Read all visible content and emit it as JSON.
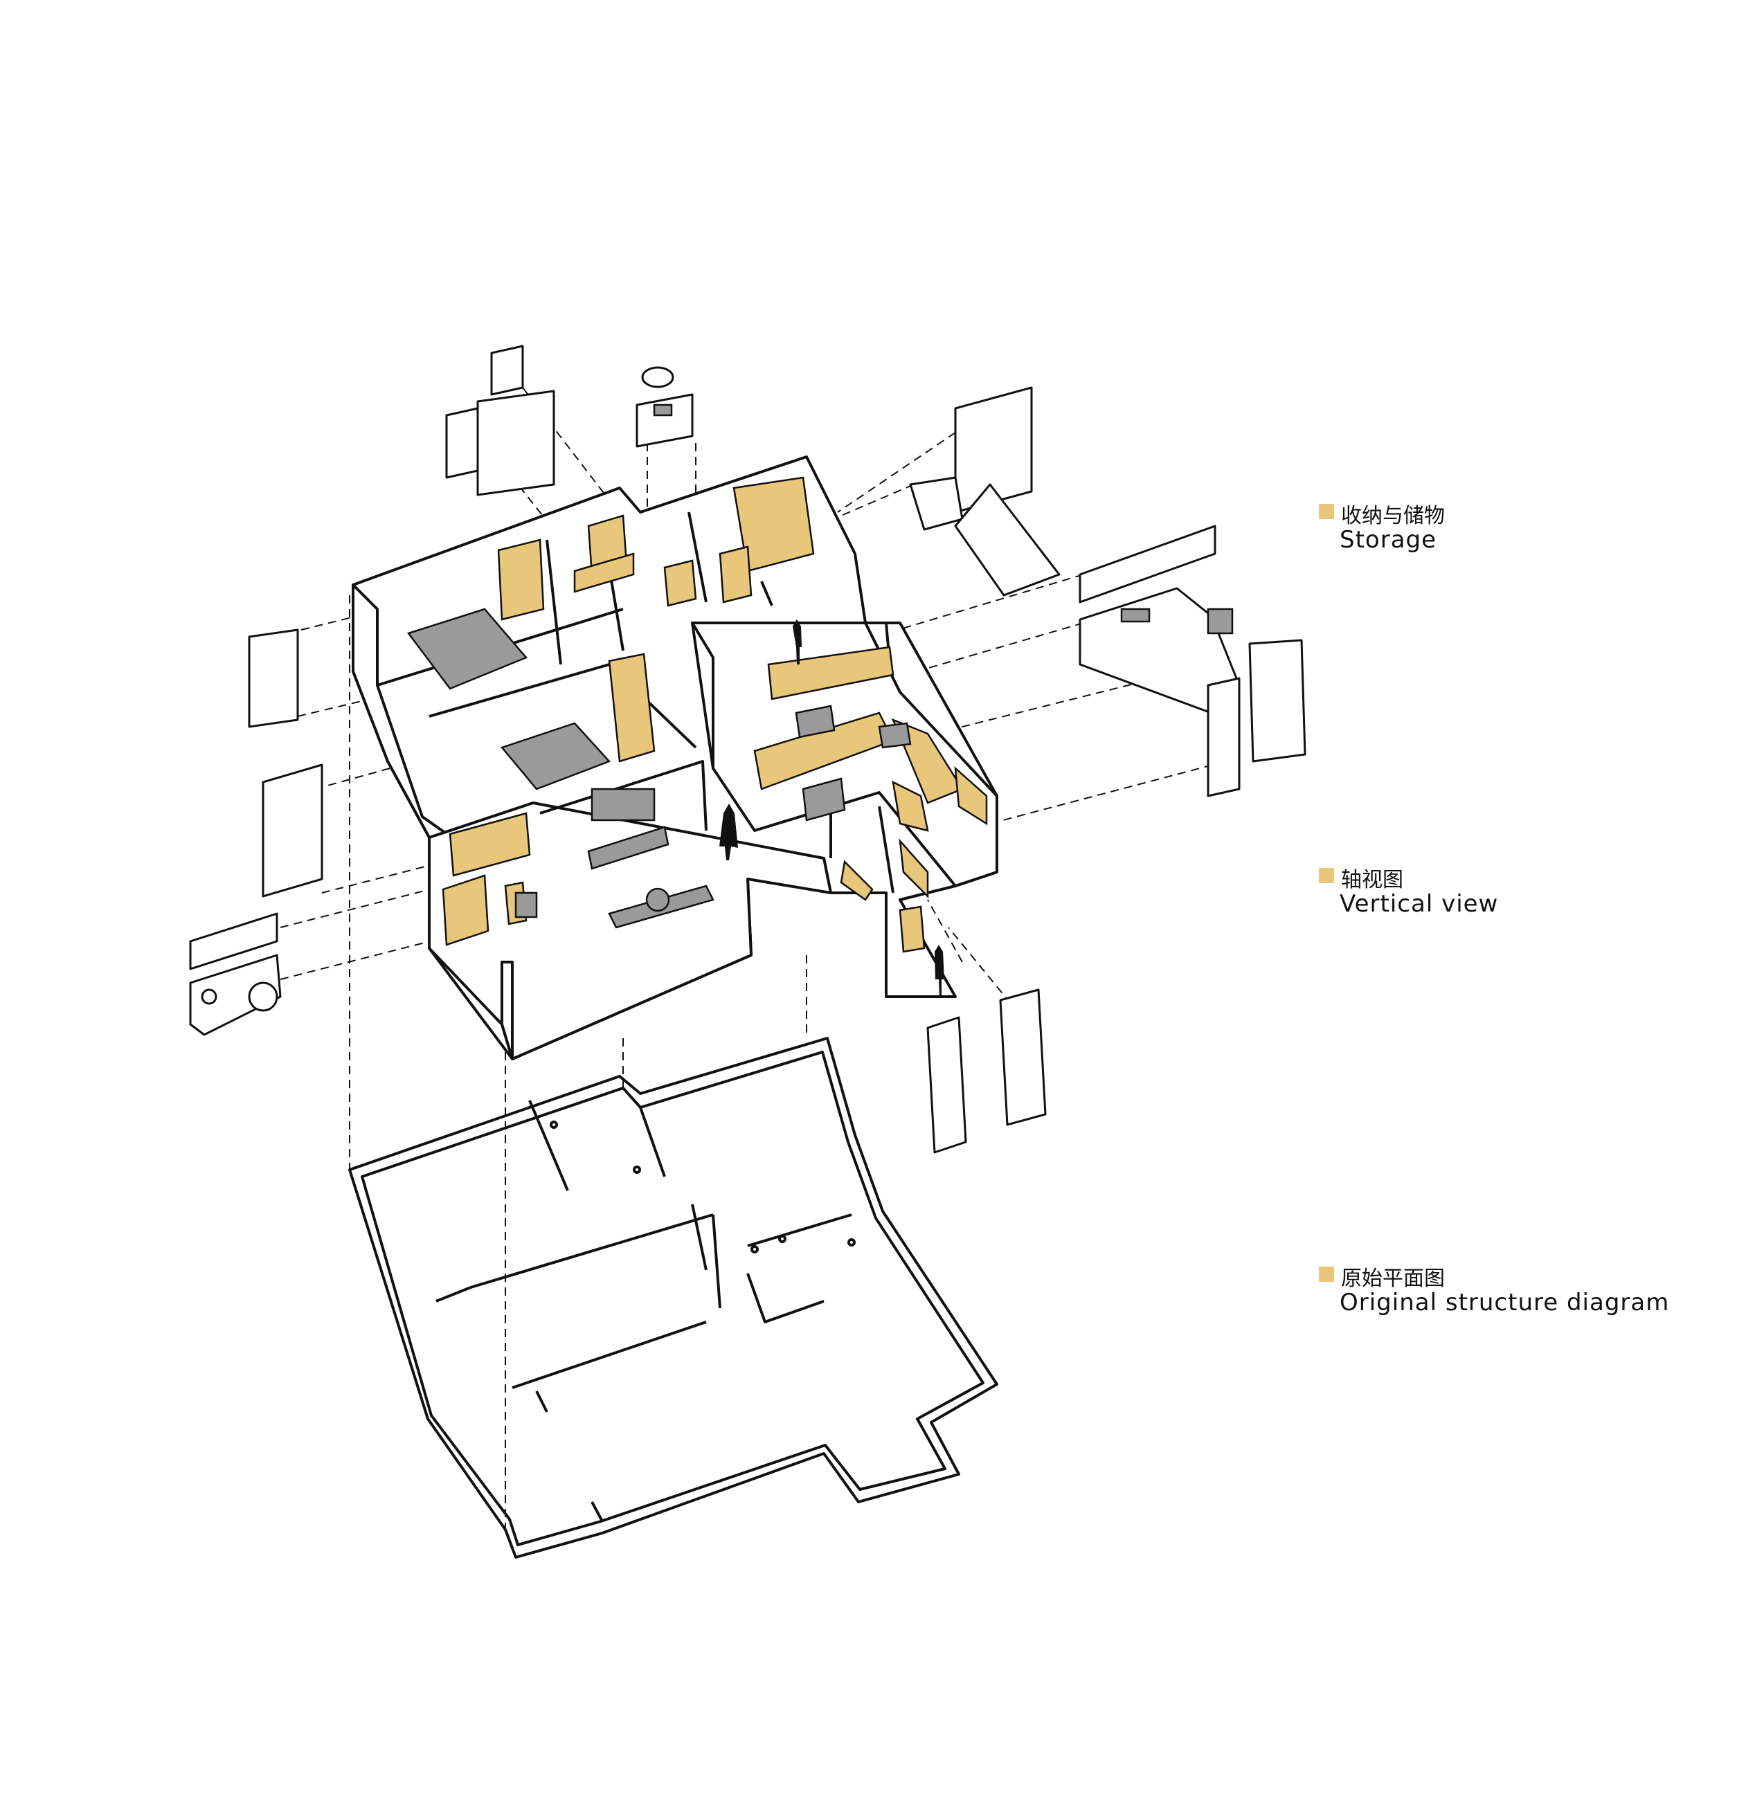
{
  "accent_color": "#e8c67a",
  "line_color": "#111111",
  "legend": [
    {
      "zh": "收纳与储物",
      "en": "Storage"
    },
    {
      "zh": "轴视图",
      "en": "Vertical view"
    },
    {
      "zh": "原始平面图",
      "en": "Original structure diagram"
    }
  ]
}
